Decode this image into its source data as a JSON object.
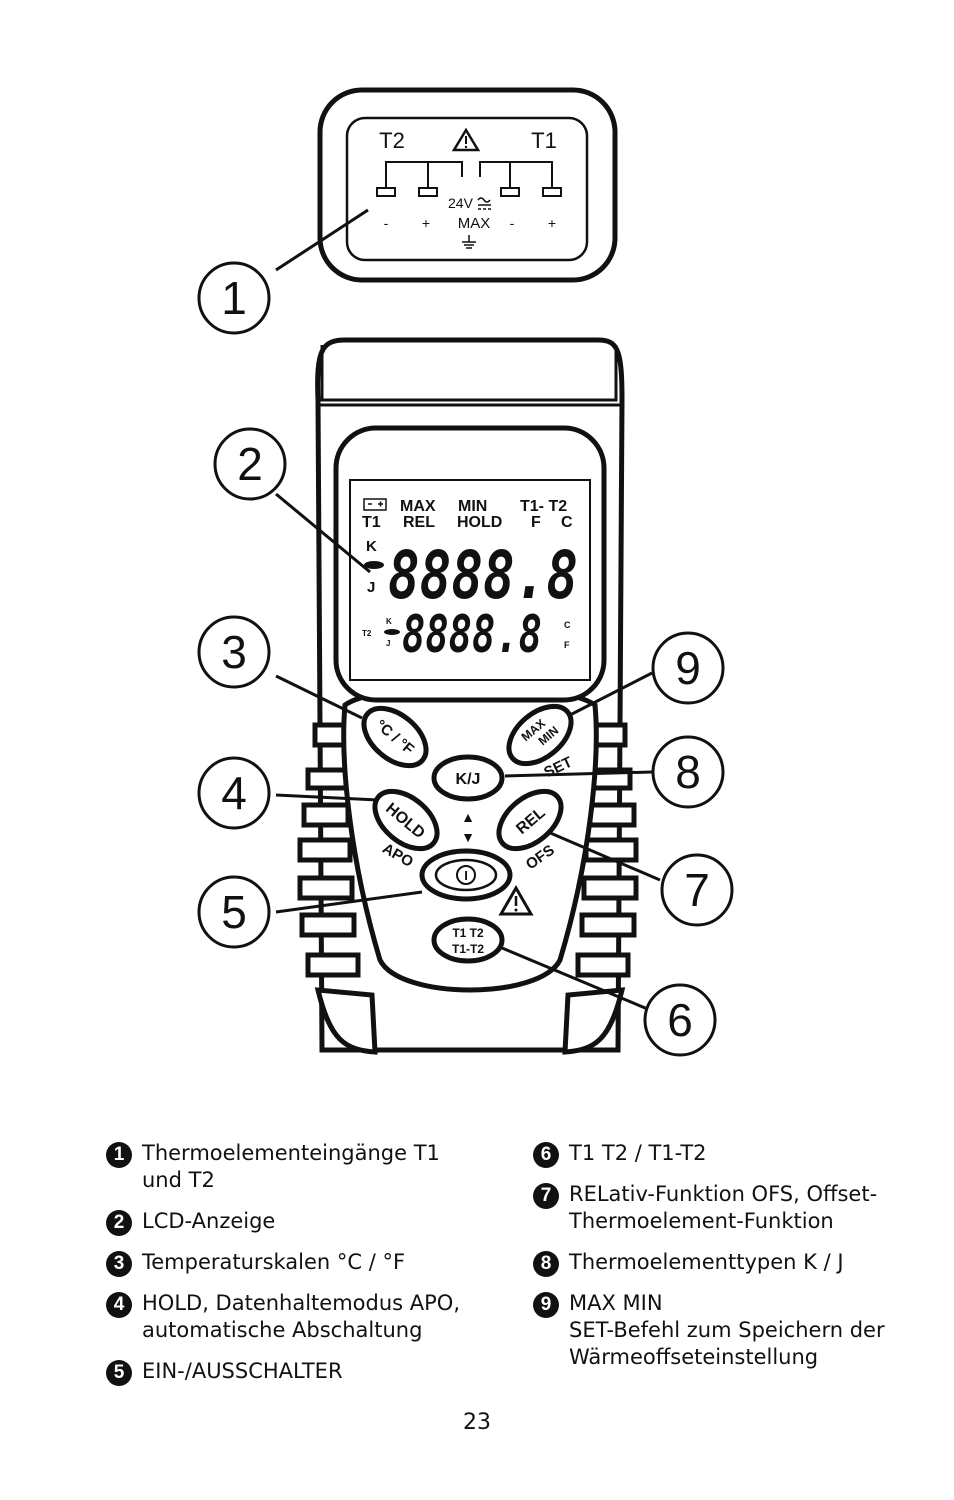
{
  "connector": {
    "left_label": "T2",
    "right_label": "T1",
    "voltage": "24V",
    "max": "MAX",
    "minus_left": "-",
    "plus_left": "+",
    "minus_right": "-",
    "plus_right": "+"
  },
  "lcd": {
    "row1": {
      "max": "MAX",
      "min": "MIN",
      "diff": "T1- T2"
    },
    "row2": {
      "t1": "T1",
      "rel": "REL",
      "hold": "HOLD",
      "f": "F",
      "c": "C"
    },
    "k": "K",
    "j": "J",
    "main_digits": "8888.8",
    "sub_digits": "8888.8",
    "t2": "T2",
    "sub_k": "K",
    "sub_j": "J",
    "sub_c": "C",
    "sub_f": "F"
  },
  "buttons": {
    "units": "°C / °F",
    "max_min_1": "MAX",
    "max_min_2": "MIN",
    "set": "SET",
    "kj": "K/J",
    "hold": "HOLD",
    "apo": "APO",
    "rel": "REL",
    "ofs": "OFS",
    "power": "I",
    "t1t2_1": "T1 T2",
    "t1t2_2": "T1-T2",
    "up": "▲",
    "down": "▼"
  },
  "callouts": [
    "1",
    "2",
    "3",
    "4",
    "5",
    "6",
    "7",
    "8",
    "9"
  ],
  "legend": [
    {
      "num": "1",
      "lines": [
        "Thermoelementeingänge T1",
        "und T2"
      ]
    },
    {
      "num": "2",
      "lines": [
        "LCD-Anzeige"
      ]
    },
    {
      "num": "3",
      "lines": [
        "Temperaturskalen °C / °F"
      ]
    },
    {
      "num": "4",
      "lines": [
        "HOLD, Datenhaltemodus APO,",
        "automatische Abschaltung"
      ]
    },
    {
      "num": "5",
      "lines": [
        "EIN-/AUSSCHALTER"
      ]
    },
    {
      "num": "6",
      "lines": [
        "T1 T2 / T1-T2"
      ]
    },
    {
      "num": "7",
      "lines": [
        "RELativ-Funktion OFS, Offset-",
        "Thermoelement-Funktion"
      ]
    },
    {
      "num": "8",
      "lines": [
        "Thermoelementtypen K / J"
      ]
    },
    {
      "num": "9",
      "lines": [
        "MAX MIN",
        "SET-Befehl zum Speichern der",
        "Wärmeoffseteinstellung"
      ]
    }
  ],
  "page_number": "23"
}
